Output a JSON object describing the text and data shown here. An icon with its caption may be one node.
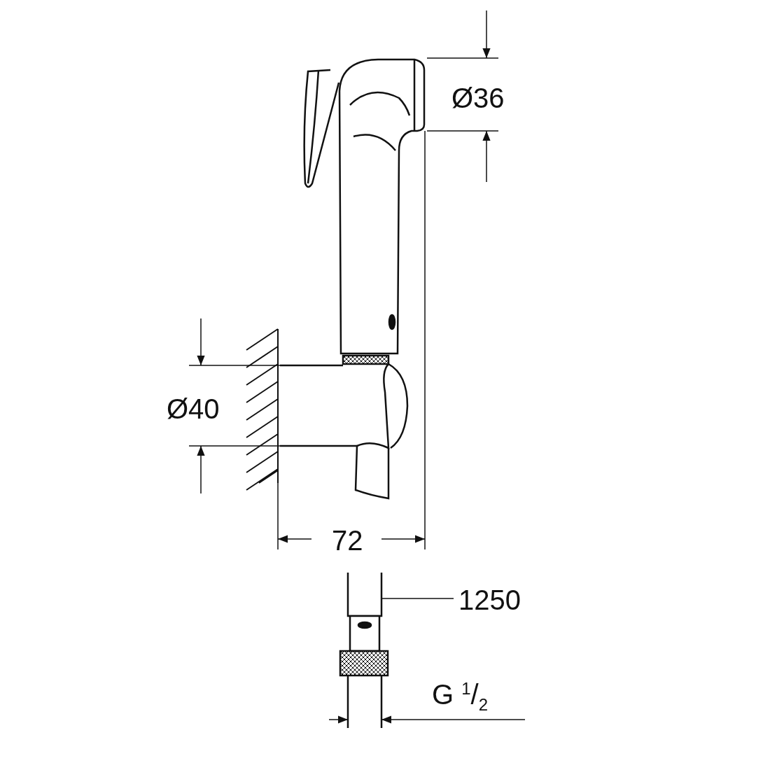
{
  "diagram": {
    "nodes": [
      {
        "text": [
          "1250"
        ]
      },
      {
        "text": [],
        "shape": "picture"
      }
    ],
    "edges": [
      {
        "from": 0,
        "to": 1,
        "arrow": "none"
      }
    ],
    "labels": [
      "Ø36",
      "Ø40",
      "72",
      "G $^{1}$/$_{2}$"
    ]
  }
}
